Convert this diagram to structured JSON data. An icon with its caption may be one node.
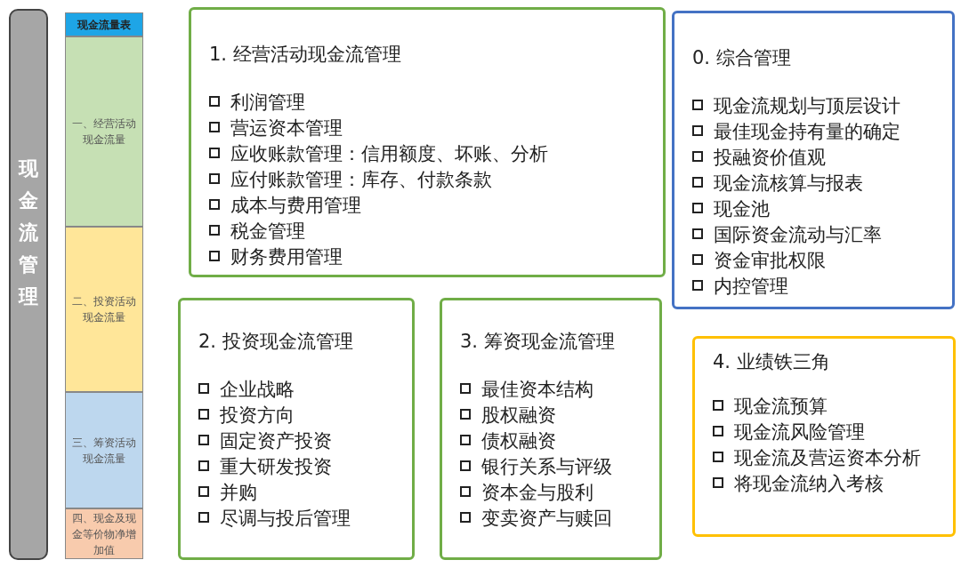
{
  "diagram": {
    "nodes": [
      {
        "text": [
          "现金流管理"
        ]
      },
      {
        "text": [
          "现金流量表"
        ]
      },
      {
        "text": [
          "一、经营活动现金流量"
        ]
      },
      {
        "text": [
          "二、投资活动现金流量"
        ]
      },
      {
        "text": [
          "三、筹资活动现金流量"
        ]
      },
      {
        "text": [
          "四、现金及现金等价物净增加值"
        ]
      },
      {
        "text": [
          "1. 经营活动现金流管理",
          "利润管理",
          "营运资本管理",
          "应收账款管理：信用额度、坏账、分析",
          "应付账款管理：库存、付款条款",
          "成本与费用管理",
          "税金管理",
          "财务费用管理"
        ]
      },
      {
        "text": [
          "0. 综合管理",
          "现金流规划与顶层设计",
          "最佳现金持有量的确定",
          "投融资价值观",
          "现金流核算与报表",
          "现金池",
          "国际资金流动与汇率",
          "资金审批权限",
          "内控管理"
        ]
      },
      {
        "text": [
          "2. 投资现金流管理",
          "企业战略",
          "投资方向",
          "固定资产投资",
          "重大研发投资",
          "并购",
          "尽调与投后管理"
        ]
      },
      {
        "text": [
          "3. 筹资现金流管理",
          "最佳资本结构",
          "股权融资",
          "债权融资",
          "银行关系与评级",
          "资本金与股利",
          "变卖资产与赎回"
        ]
      },
      {
        "text": [
          "4. 业绩铁三角",
          "现金流预算",
          "现金流风险管理",
          "现金流及营运资本分析",
          "将现金流纳入考核"
        ]
      }
    ]
  }
}
